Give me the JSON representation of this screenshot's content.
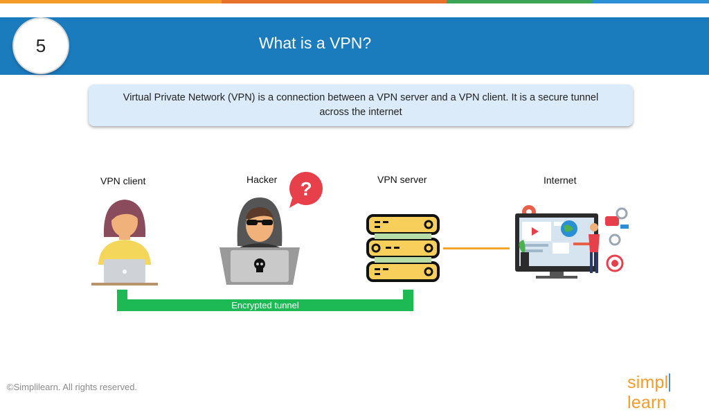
{
  "slide_number": "5",
  "title": "What is a VPN?",
  "definition": "Virtual Private Network (VPN) is a connection between a VPN server and a VPN client. It is a secure tunnel across the internet",
  "labels": {
    "client": "VPN client",
    "hacker": "Hacker",
    "server": "VPN server",
    "internet": "Internet"
  },
  "hacker_bubble": "?",
  "tunnel_label": "Encrypted tunnel",
  "footer": "©Simplilearn. All rights reserved.",
  "logo": {
    "left": "simpl",
    "right": "learn"
  },
  "colors": {
    "header": "#1a7bbd",
    "tunnel": "#1db954",
    "connector": "#f2a32a",
    "stripes": [
      "#f39c2a",
      "#e25b2a",
      "#3aa655",
      "#2a8fd4"
    ]
  }
}
